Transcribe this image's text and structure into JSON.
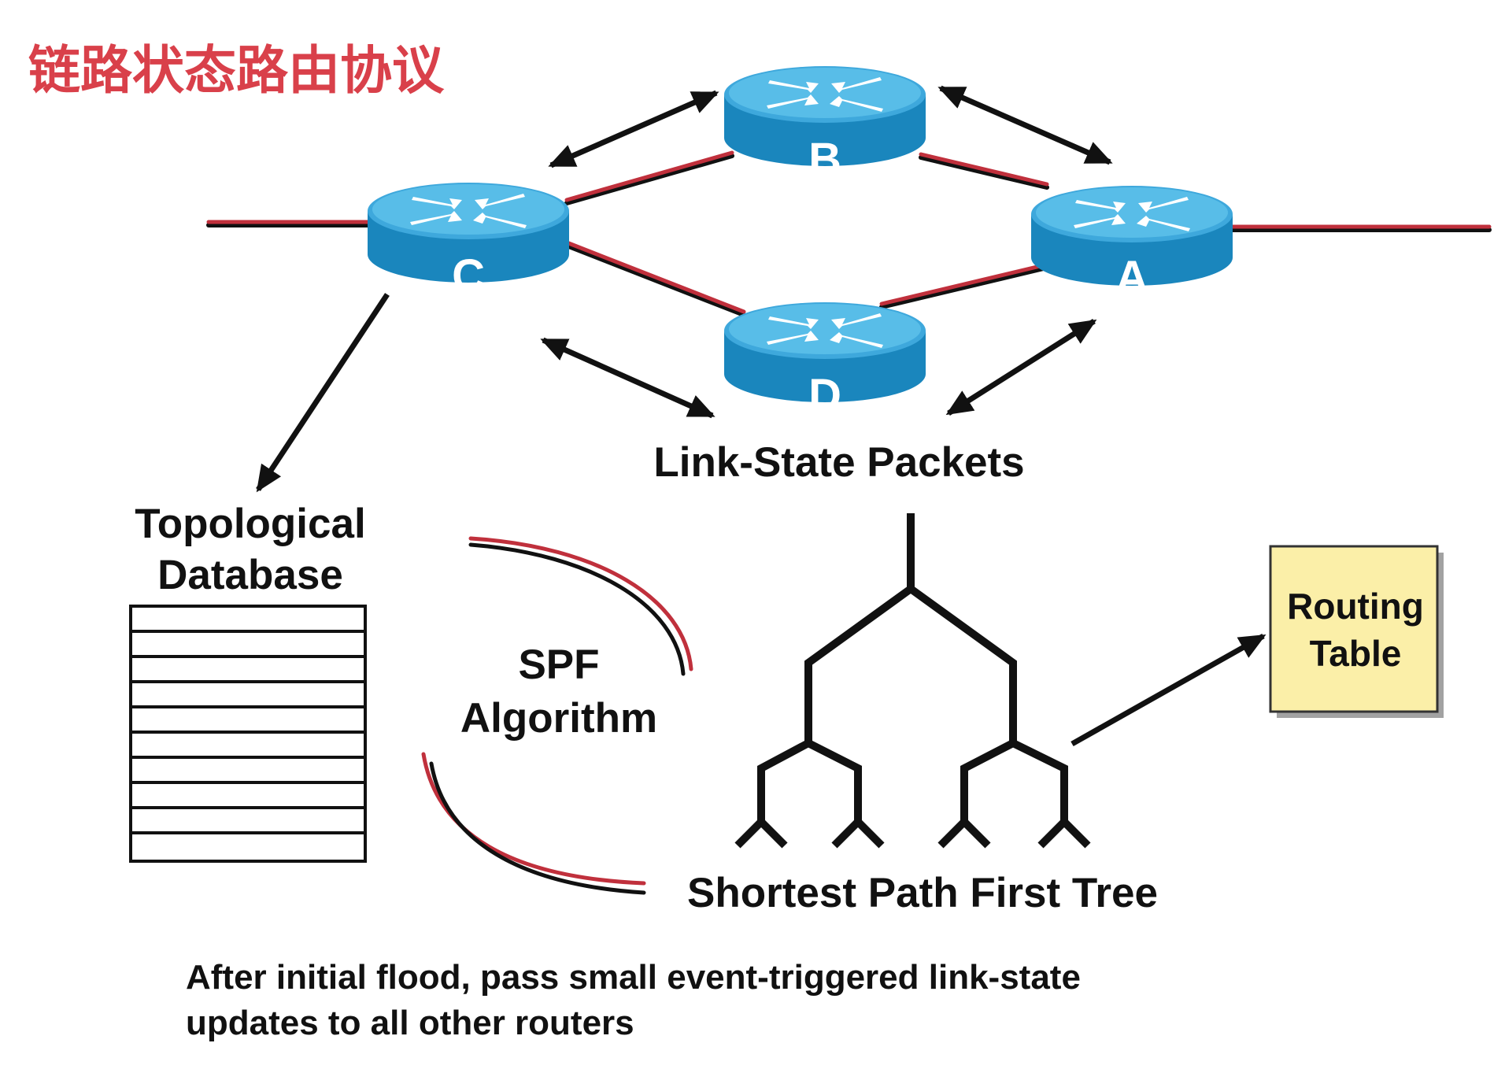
{
  "title": "链路状态路由协议",
  "colors": {
    "title": "#d9404a",
    "link_red": "#c0303c",
    "router_top": "#4fb3e0",
    "router_side": "#1a86bd",
    "router_rim": "#8fd3f2",
    "routing_table_fill": "#fbefa8",
    "routing_table_border": "#333333",
    "arrow": "#111111"
  },
  "routers": [
    {
      "id": "B",
      "label": "B"
    },
    {
      "id": "C",
      "label": "C"
    },
    {
      "id": "A",
      "label": "A"
    },
    {
      "id": "D",
      "label": "D"
    }
  ],
  "labels": {
    "link_state_packets": "Link-State Packets",
    "topological_line1": "Topological",
    "topological_line2": "Database",
    "spf_line1": "SPF",
    "spf_line2": "Algorithm",
    "spf_tree": "Shortest Path First Tree",
    "routing_line1": "Routing",
    "routing_line2": "Table",
    "footer_line1": "After initial flood, pass small event-triggered link-state",
    "footer_line2": "updates to all other routers"
  },
  "icons": [
    "router-icon",
    "database-table-icon",
    "spf-tree-icon",
    "routing-table-icon",
    "double-arrow-icon",
    "cycle-arc-icon"
  ]
}
